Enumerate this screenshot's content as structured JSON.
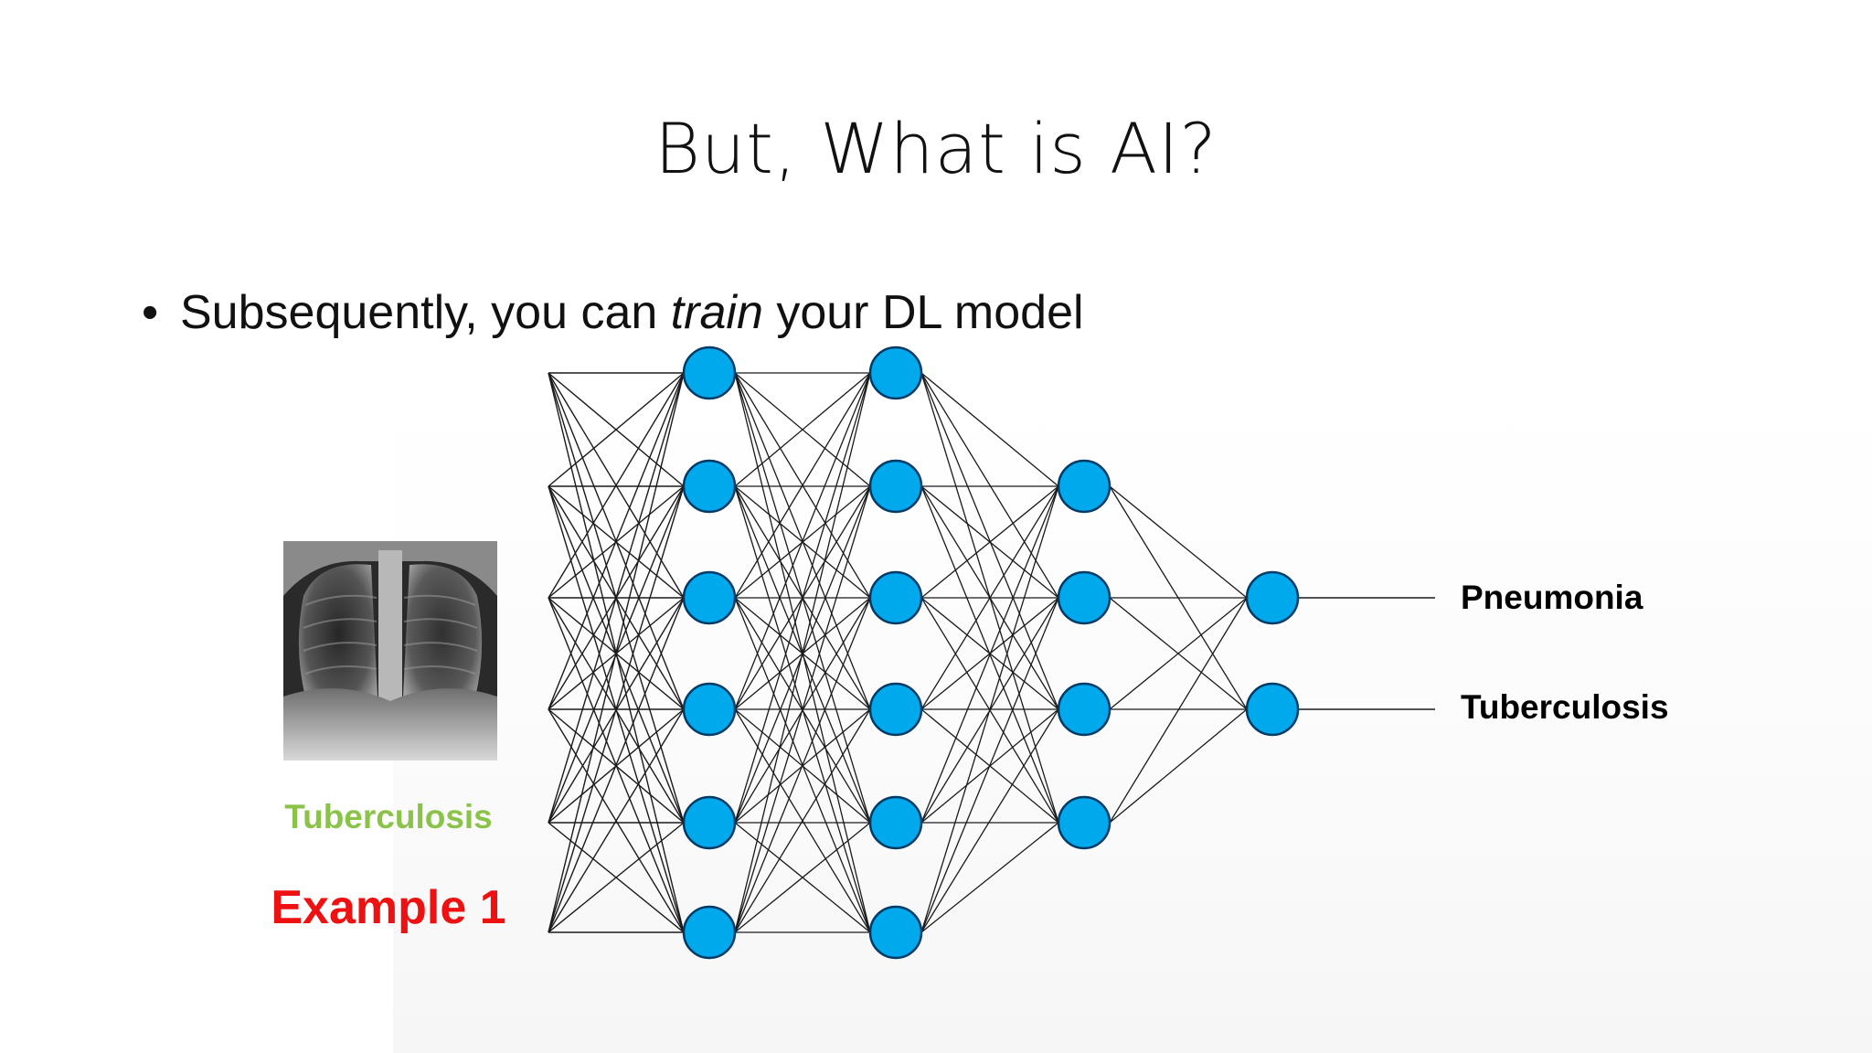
{
  "slide": {
    "title": "But, What is AI?",
    "bullet": {
      "before": "Subsequently, you can ",
      "emphasis": "train",
      "after": " your DL model"
    }
  },
  "diagram": {
    "layer_sizes": [
      6,
      6,
      6,
      4,
      2
    ],
    "input_image": {
      "description": "chest x-ray"
    },
    "true_label": "Tuberculosis",
    "example_label": "Example 1",
    "outputs": [
      "Pneumonia",
      "Tuberculosis"
    ],
    "colors": {
      "node_fill": "#00a8ec",
      "node_stroke": "#003a66",
      "edge": "#1a1a1a",
      "true_label": "#8bc34a",
      "example_label": "#ee1111"
    }
  }
}
